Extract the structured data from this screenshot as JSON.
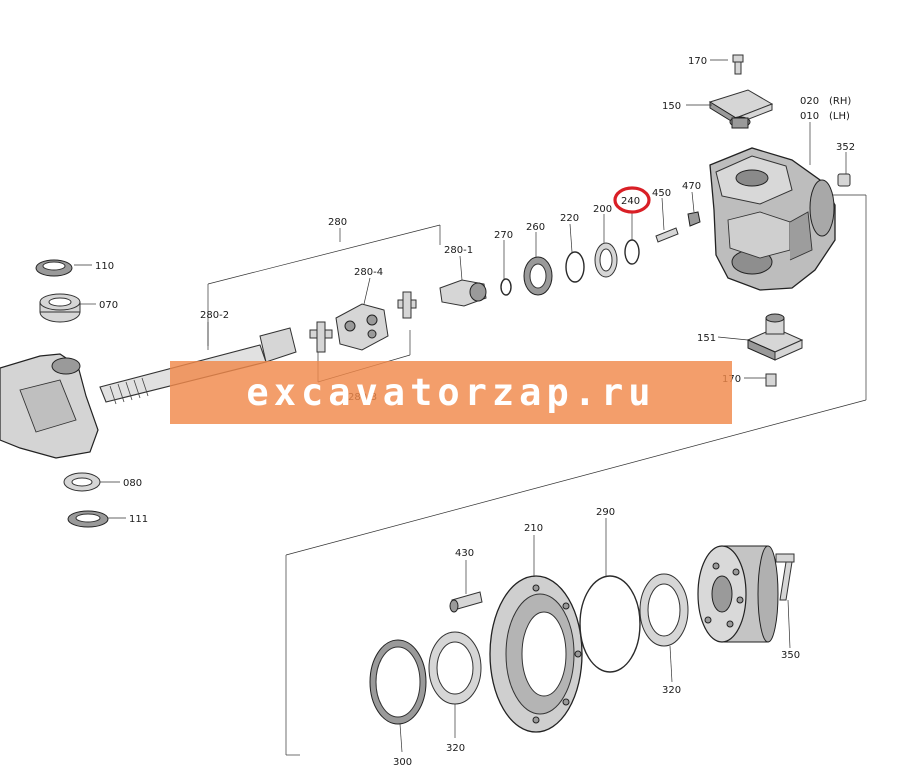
{
  "diagram": {
    "highlight_color": "#d91f26",
    "callouts": {
      "p170a": "170",
      "p150": "150",
      "p020": "020",
      "p020_side": "(RH)",
      "p010": "010",
      "p010_side": "(LH)",
      "p352": "352",
      "p470": "470",
      "p450": "450",
      "p240": "240",
      "p200": "200",
      "p220": "220",
      "p260": "260",
      "p270": "270",
      "p280": "280",
      "p280_1": "280-1",
      "p280_4": "280-4",
      "p280_2": "280-2",
      "p280_3": "280-3",
      "p110": "110",
      "p070": "070",
      "p080": "080",
      "p111": "111",
      "p151": "151",
      "p170b": "170",
      "p430": "430",
      "p210": "210",
      "p290": "290",
      "p300": "300",
      "p320a": "320",
      "p320b": "320",
      "p350": "350"
    }
  },
  "watermark": {
    "text": "excavatorzap.ru",
    "color": "#f0894a"
  }
}
